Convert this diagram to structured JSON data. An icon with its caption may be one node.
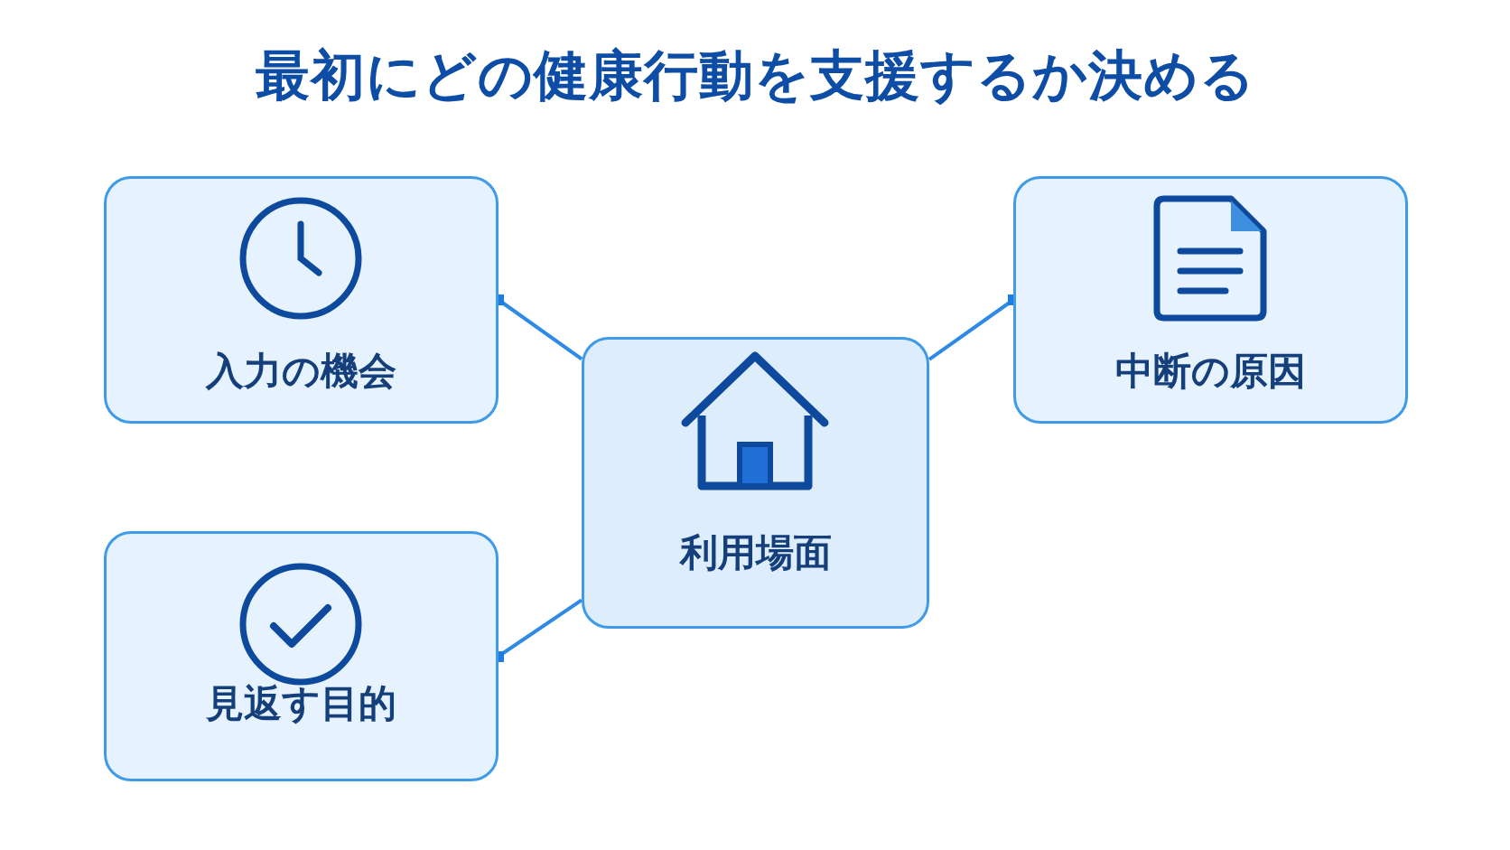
{
  "diagram": {
    "title": "最初にどの健康行動を支援するか決める",
    "nodes": [
      {
        "text": [
          "入力の機会"
        ]
      },
      {
        "text": [
          "中断の原因"
        ]
      },
      {
        "text": [
          "利用場面"
        ]
      },
      {
        "text": [
          "見返す目的"
        ]
      }
    ],
    "edges": [
      {
        "from": 2,
        "to": 0,
        "arrow": "other"
      },
      {
        "from": 2,
        "to": 1,
        "arrow": "other"
      },
      {
        "from": 2,
        "to": 3,
        "arrow": "other"
      }
    ]
  }
}
